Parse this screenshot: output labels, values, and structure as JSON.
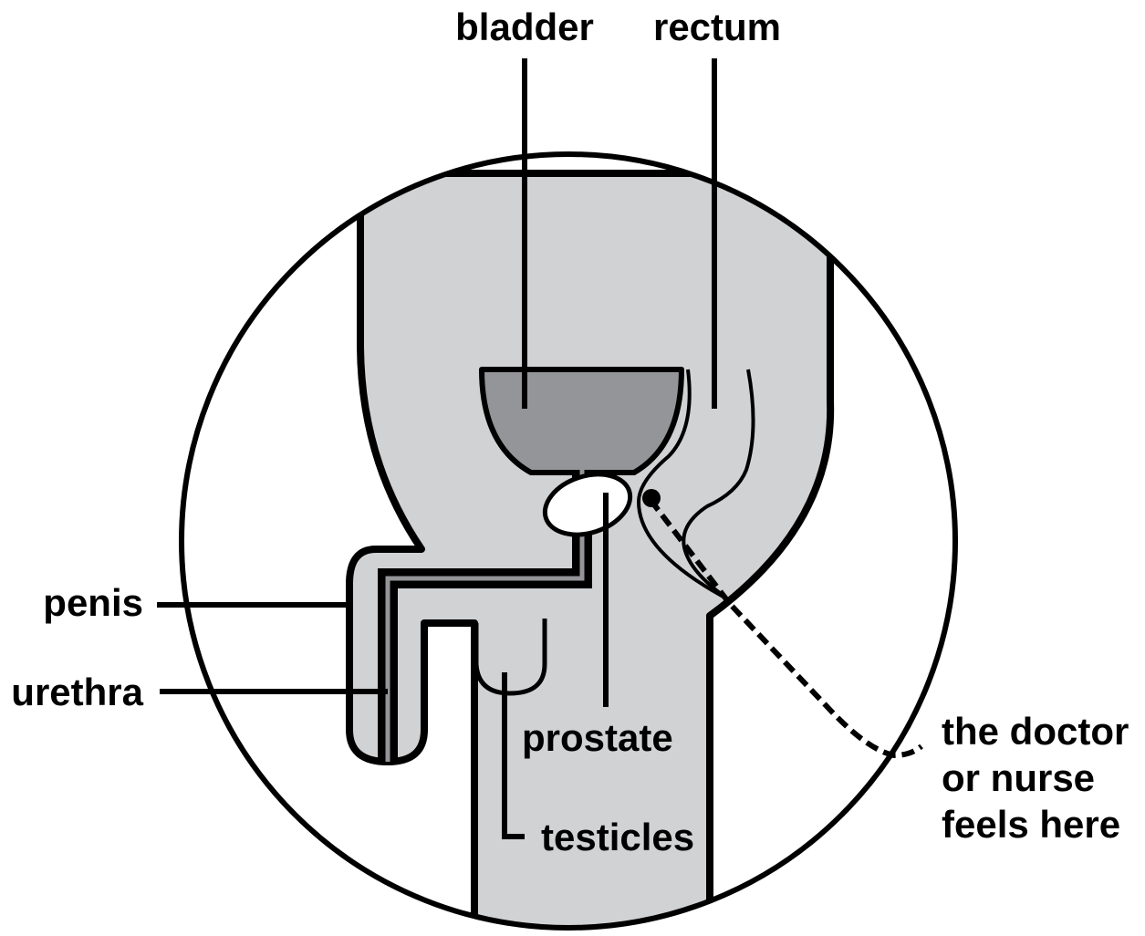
{
  "labels": {
    "bladder": "bladder",
    "rectum": "rectum",
    "penis": "penis",
    "urethra": "urethra",
    "prostate": "prostate",
    "testicles": "testicles",
    "exam_note": [
      "the doctor",
      "or nurse",
      "feels here"
    ]
  },
  "colors": {
    "stroke": "#000000",
    "body_fill": "#d1d2d4",
    "bladder_fill": "#939598",
    "background": "#ffffff"
  }
}
